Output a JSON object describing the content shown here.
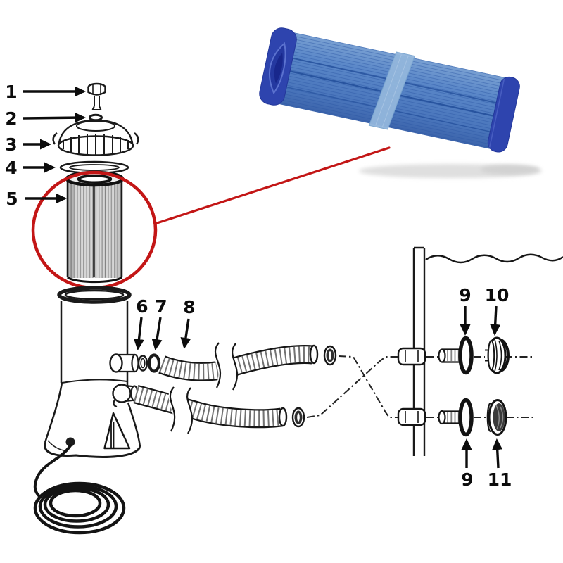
{
  "diagram": {
    "type": "exploded-parts-diagram",
    "background": "#ffffff",
    "ink": "#1a1a1a",
    "callouts": [
      {
        "label": "1"
      },
      {
        "label": "2"
      },
      {
        "label": "3"
      },
      {
        "label": "4"
      },
      {
        "label": "5"
      },
      {
        "label": "6"
      },
      {
        "label": "7"
      },
      {
        "label": "8"
      },
      {
        "label": "9"
      },
      {
        "label": "10"
      },
      {
        "label": "9"
      },
      {
        "label": "11"
      }
    ]
  },
  "highlight": {
    "circle_color": "#c31616",
    "leader_line_color": "#c31616",
    "circled_label": "5"
  },
  "photo": {
    "subject": "blue-pleated-filter-cartridge",
    "body_blue": "#4a76bc",
    "body_highlight_blue": "#79a0d2",
    "pleat_line_blue": "#2d58a5",
    "end_cap_blue": "#2e44ae",
    "band_blue": "#92b6dc",
    "shadow_gray": "#dfdfdf"
  }
}
